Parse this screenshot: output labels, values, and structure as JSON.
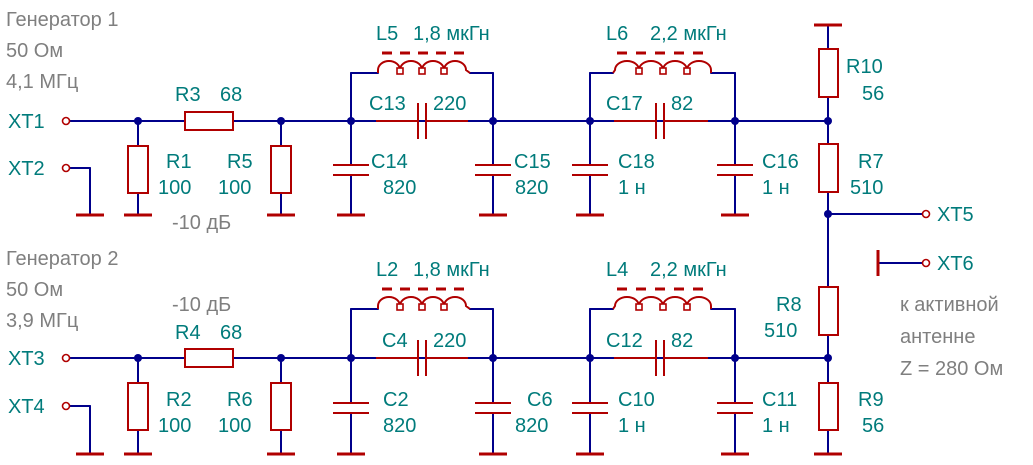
{
  "colors": {
    "wire": "#00008b",
    "component": "#b00000",
    "label": "#007b7b",
    "note": "#7f7f7f",
    "background": "#ffffff"
  },
  "generator1": {
    "title": "Генератор 1",
    "impedance": "50 Ом",
    "frequency": "4,1 МГц"
  },
  "generator2": {
    "title": "Генератор 2",
    "impedance": "50 Ом",
    "frequency": "3,9 МГц"
  },
  "attenuation1": "-10 дБ",
  "attenuation2": "-10 дБ",
  "terminals": {
    "xt1": "XT1",
    "xt2": "XT2",
    "xt3": "XT3",
    "xt4": "XT4",
    "xt5": "XT5",
    "xt6": "XT6"
  },
  "output_note": {
    "line1": "к активной",
    "line2": "антенне",
    "line3": "Z = 280 Ом"
  },
  "components": {
    "R1": {
      "ref": "R1",
      "value": "100"
    },
    "R3": {
      "ref": "R3",
      "value": "68"
    },
    "R5": {
      "ref": "R5",
      "value": "100"
    },
    "R2": {
      "ref": "R2",
      "value": "100"
    },
    "R4": {
      "ref": "R4",
      "value": "68"
    },
    "R6": {
      "ref": "R6",
      "value": "100"
    },
    "R7": {
      "ref": "R7",
      "value": "510"
    },
    "R8": {
      "ref": "R8",
      "value": "510"
    },
    "R9": {
      "ref": "R9",
      "value": "56"
    },
    "R10": {
      "ref": "R10",
      "value": "56"
    },
    "L5": {
      "ref": "L5",
      "value": "1,8 мкГн"
    },
    "L6": {
      "ref": "L6",
      "value": "2,2 мкГн"
    },
    "L2": {
      "ref": "L2",
      "value": "1,8 мкГн"
    },
    "L4": {
      "ref": "L4",
      "value": "2,2 мкГн"
    },
    "C13": {
      "ref": "C13",
      "value": "220"
    },
    "C17": {
      "ref": "C17",
      "value": "82"
    },
    "C14": {
      "ref": "C14",
      "value": "820"
    },
    "C15": {
      "ref": "C15",
      "value": "820"
    },
    "C18": {
      "ref": "C18",
      "value": "1 н"
    },
    "C16": {
      "ref": "C16",
      "value": "1 н"
    },
    "C4": {
      "ref": "C4",
      "value": "220"
    },
    "C12": {
      "ref": "C12",
      "value": "82"
    },
    "C2": {
      "ref": "C2",
      "value": "820"
    },
    "C6": {
      "ref": "C6",
      "value": "820"
    },
    "C10": {
      "ref": "C10",
      "value": "1 н"
    },
    "C11": {
      "ref": "C11",
      "value": "1 н"
    }
  }
}
